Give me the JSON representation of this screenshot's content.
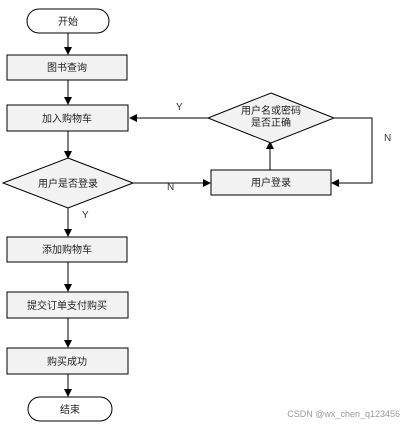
{
  "nodes": {
    "start": "开始",
    "book_search": "图书查询",
    "add_cart_1": "加入购物车",
    "is_logged_in": "用户是否登录",
    "user_login": "用户登录",
    "credentials_check_line1": "用户名或密码",
    "credentials_check_line2": "是否正确",
    "add_cart_2": "添加购物车",
    "submit_pay": "提交订单支付购买",
    "purchase_success": "购买成功",
    "end": "结束"
  },
  "branches": {
    "credentials_yes": "Y",
    "credentials_no": "N",
    "login_no": "N",
    "login_yes": "Y"
  },
  "watermark": "CSDN @wx_chen_q123456",
  "colors": {
    "node_fill": "#f2f2f2",
    "stroke": "#000000",
    "watermark": "#9a9a9a"
  }
}
